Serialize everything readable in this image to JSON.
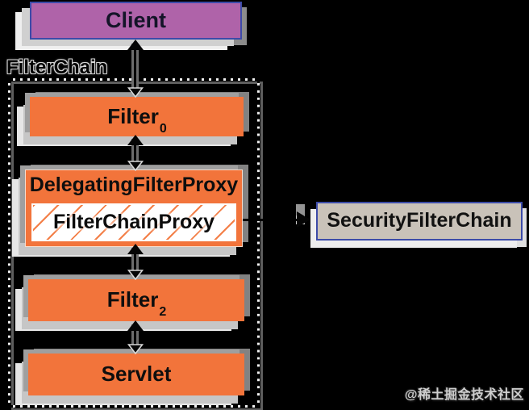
{
  "container_label": "FilterChain",
  "boxes": {
    "client": {
      "label": "Client"
    },
    "filter0": {
      "label": "Filter",
      "subscript": "0"
    },
    "delegating": {
      "label": "DelegatingFilterProxy"
    },
    "filterchainproxy": {
      "label": "FilterChainProxy"
    },
    "filter2": {
      "label": "Filter",
      "subscript": "2"
    },
    "servlet": {
      "label": "Servlet"
    },
    "securityfilterchain": {
      "label": "SecurityFilterChain"
    }
  },
  "watermark": "@稀土掘金技术社区",
  "colors": {
    "background": "#000000",
    "client_fill": "#AF63A9",
    "chain_box_fill": "#F2743B",
    "filterchainproxy_fill": "#FFFFFF",
    "hatch_stripe": "#F27032",
    "security_fill": "#C9C2B9",
    "node_border_blue": "#3C4BA8",
    "dashed_border": "#000000",
    "dashed_border_base": "#F2F2F2",
    "connector": "#000000",
    "shadow_gray": "#9F9F9F"
  }
}
